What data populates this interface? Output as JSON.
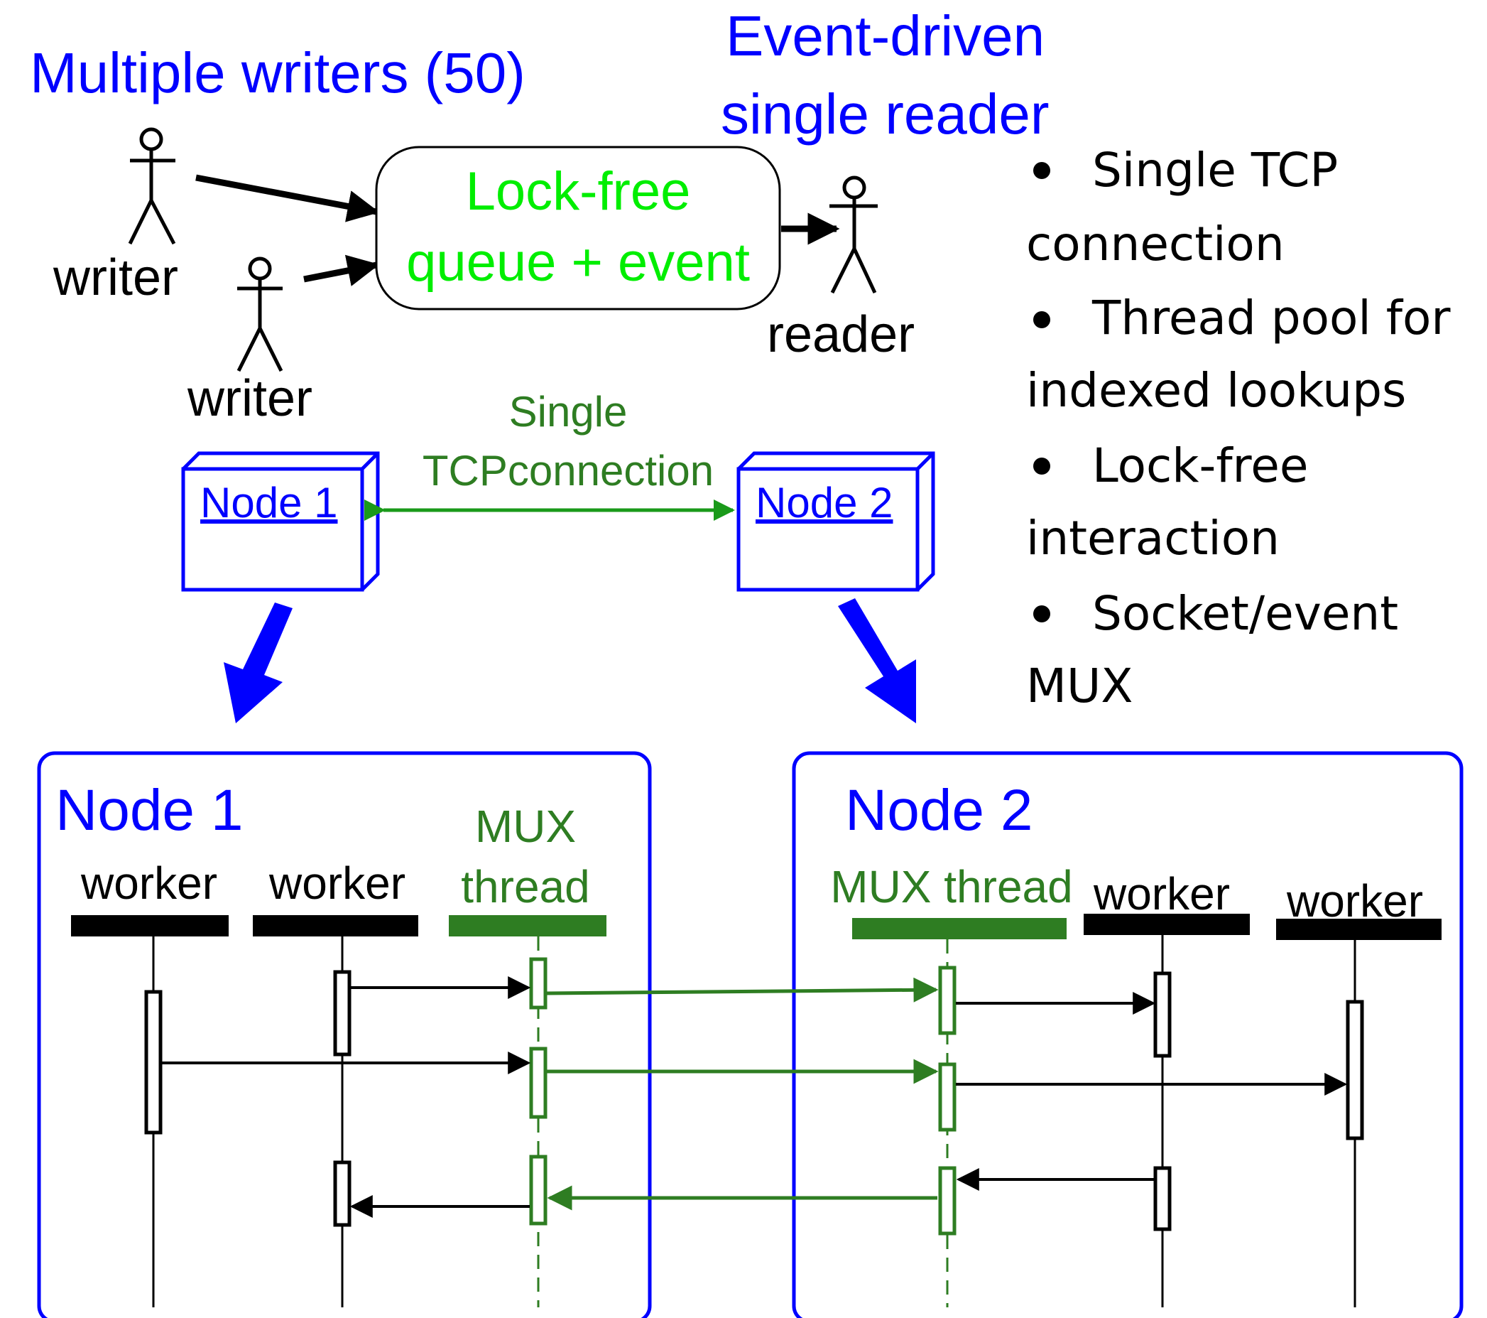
{
  "top": {
    "writers_title": "Multiple writers (50)",
    "reader_title_line1": "Event-driven",
    "reader_title_line2": "single reader",
    "queue_line1": "Lock-free",
    "queue_line2": "queue + event",
    "writer_label_1": "writer",
    "writer_label_2": "writer",
    "reader_label": "reader"
  },
  "connection": {
    "label_line1": "Single",
    "label_line2": "TCPconnection",
    "node1": "Node 1",
    "node2": "Node 2"
  },
  "bullets": [
    "Single TCP",
    "connection",
    "Thread pool for",
    "indexed lookups",
    "Lock-free",
    "interaction",
    "Socket/event",
    "MUX"
  ],
  "sequence": {
    "node1_title": "Node 1",
    "node2_title": "Node 2",
    "node1_worker_a": "worker",
    "node1_worker_b": "worker",
    "node1_mux_line1": "MUX",
    "node1_mux_line2": "thread",
    "node2_mux": "MUX thread",
    "node2_worker_a": "worker",
    "node2_worker_b": "worker"
  },
  "colors": {
    "blue": "#0000ff",
    "bright_green": "#00ee00",
    "dark_green": "#2e7d22",
    "black": "#000000"
  }
}
